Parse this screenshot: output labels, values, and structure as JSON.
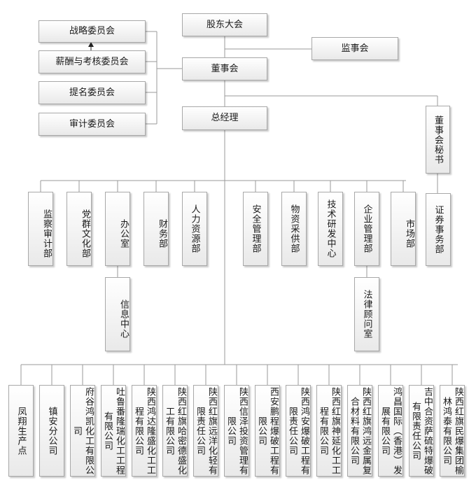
{
  "shareholders_meeting": "股东大会",
  "supervisory_board": "监事会",
  "board_of_directors": "董事会",
  "general_manager": "总经理",
  "board_secretary": "董事会秘书",
  "committees": {
    "strategy": "战略委员会",
    "compensation": "薪酬与考核委员会",
    "nomination": "提名委员会",
    "audit": "审计委员会"
  },
  "departments": {
    "supervision_audit": "监察审计部",
    "party_culture": "党群文化部",
    "office": "办公室",
    "information_center": "信息中心",
    "finance": "财务部",
    "human_resources": "人力资源部",
    "safety_management": "安全管理部",
    "materials_procurement": "物资采供部",
    "technology_rd_center": "技术研发中心",
    "enterprise_management": "企业管理部",
    "legal_consultant_office": "法律顾问室",
    "marketing": "市场部",
    "securities_affairs": "证券事务部"
  },
  "subsidiaries": [
    "凤翔生产点",
    "镇安分公司",
    "府谷鸿凯化工有限公司",
    "吐鲁番隆瑞化工工程有限公司",
    "陕西鸿达隆盛化工工程有限公司",
    "陕西红旗哈密德盛化工有限公司",
    "陕西红旗远洋化轻有限责任公司",
    "陕西信泽投资管理有限公司",
    "西安鹏程爆破工程有限公司",
    "陕西鸿安爆破工程有限责任公司",
    "陕西红旗神延化工工程有限公司",
    "陕西红旗鸿远金属复合材料有限公司",
    "鸿昌国际（香港）发展有限公司",
    "吉中合资萨硫特爆破有限责任公司",
    "陕西红旗民爆集团榆林鸿泰有限公司"
  ]
}
